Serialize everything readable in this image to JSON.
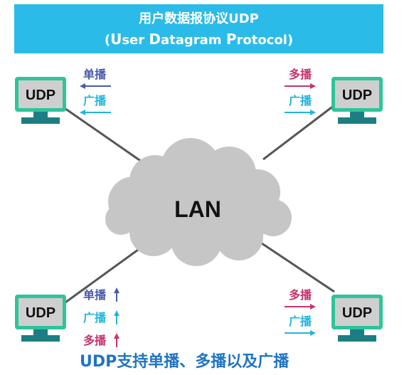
{
  "title": {
    "line1": "用户数据报协议UDP",
    "line2_parts": [
      "(",
      "U",
      "ser ",
      "D",
      "atagram ",
      "P",
      "rotocol)"
    ]
  },
  "cloud_label": "LAN",
  "hosts": [
    {
      "id": "top-left",
      "label": "UDP"
    },
    {
      "id": "top-right",
      "label": "UDP"
    },
    {
      "id": "bottom-left",
      "label": "UDP"
    },
    {
      "id": "bottom-right",
      "label": "UDP"
    }
  ],
  "traffic_labels": {
    "unicast": "单播",
    "multicast": "多播",
    "broadcast": "广播"
  },
  "caption": "UDP支持单播、多播以及广播",
  "colors": {
    "banner": "#2bbbe8",
    "monitor_frame": "#2fc49a",
    "monitor_screen": "#cfcfcf",
    "monitor_base": "#1c7e82",
    "cloud": "#c6c6c6",
    "link": "#555555",
    "unicast": "#4a5aa8",
    "multicast": "#c8336e",
    "broadcast": "#22b5de",
    "caption": "#1f74c4"
  }
}
